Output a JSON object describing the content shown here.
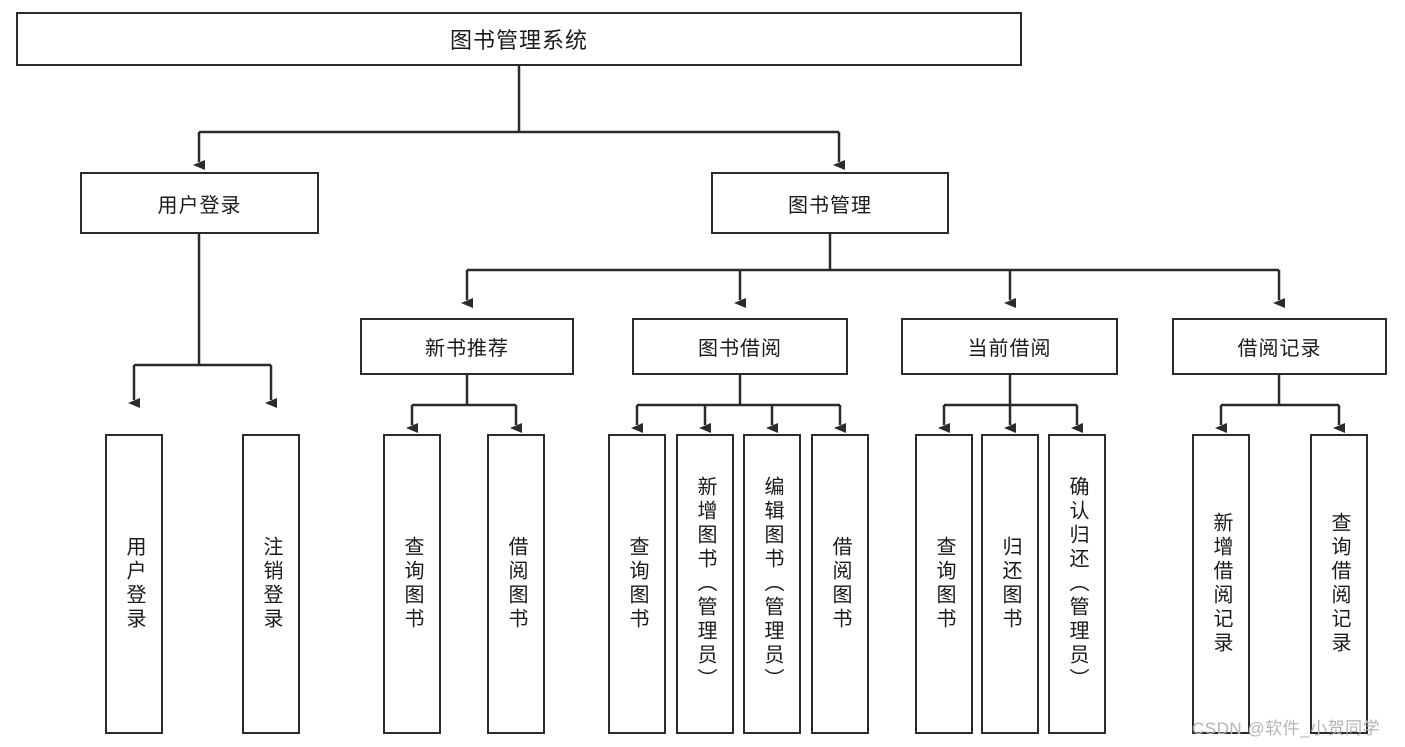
{
  "diagram": {
    "title": "图书管理系统",
    "root": {
      "label": "图书管理系统"
    },
    "level1": [
      {
        "label": "用户登录"
      },
      {
        "label": "图书管理"
      }
    ],
    "level2": [
      {
        "label": "新书推荐"
      },
      {
        "label": "图书借阅"
      },
      {
        "label": "当前借阅"
      },
      {
        "label": "借阅记录"
      }
    ],
    "leaves": [
      {
        "label": "用户登录"
      },
      {
        "label": "注销登录"
      },
      {
        "label": "查询图书"
      },
      {
        "label": "借阅图书"
      },
      {
        "label": "查询图书"
      },
      {
        "label": "新增图书（管理员）"
      },
      {
        "label": "编辑图书（管理员）"
      },
      {
        "label": "借阅图书"
      },
      {
        "label": "查询图书"
      },
      {
        "label": "归还图书"
      },
      {
        "label": "确认归还（管理员）"
      },
      {
        "label": "新增借阅记录"
      },
      {
        "label": "查询借阅记录"
      }
    ]
  },
  "watermark": {
    "text": "CSDN @软件_小贺同学"
  },
  "colors": {
    "stroke": "#2b2b2b",
    "background": "#ffffff",
    "text": "#1a1a1a",
    "watermark": "#b4b4b4"
  }
}
